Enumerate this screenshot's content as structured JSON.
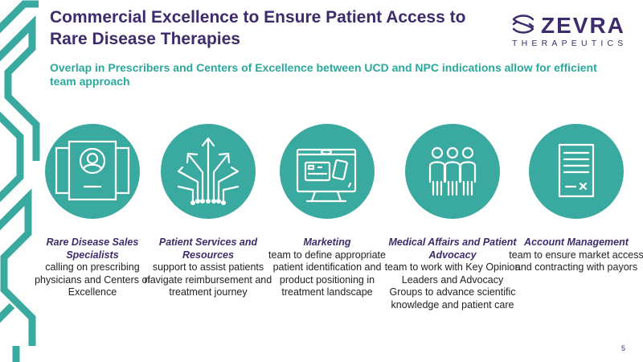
{
  "slide": {
    "title": "Commercial Excellence to Ensure Patient Access to Rare Disease Therapies",
    "subtitle": "Overlap in Prescribers and Centers of Excellence between UCD and NPC indications allow for efficient team approach",
    "page_number": "5"
  },
  "logo": {
    "wordmark": "ZEVRA",
    "tagline": "THERAPEUTICS"
  },
  "pillars": [
    {
      "icon": "sales-rep-profile-icon",
      "role": "Rare Disease Sales Specialists",
      "description": "calling on prescribing physicians and Centers of Excellence"
    },
    {
      "icon": "branching-arrows-icon",
      "role": "Patient Services and Resources",
      "description": "support to assist patients navigate reimbursement and treatment journey"
    },
    {
      "icon": "monitor-marketing-icon",
      "role": "Marketing",
      "description": "team to define appropriate patient identification and product positioning in treatment landscape"
    },
    {
      "icon": "advocacy-group-icon",
      "role": "Medical Affairs and Patient Advocacy",
      "description": "team to work with Key Opinion Leaders and Advocacy Groups to advance scientific knowledge and patient care"
    },
    {
      "icon": "contract-document-icon",
      "role": "Account Management",
      "description": "team to ensure market access and contracting with payors"
    }
  ],
  "colors": {
    "brand_purple": "#3d2b6b",
    "teal": "#3aa99f",
    "subtitle_teal": "#2aa89b"
  }
}
